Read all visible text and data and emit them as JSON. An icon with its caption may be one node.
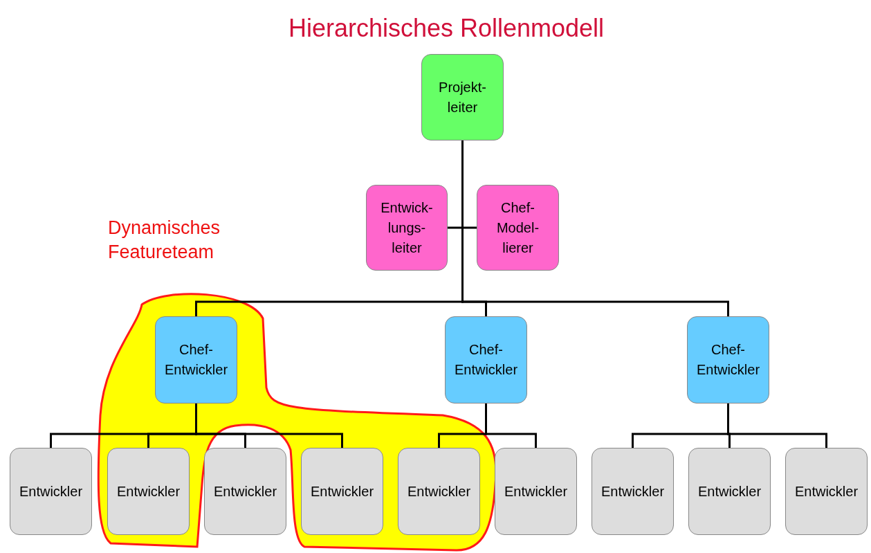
{
  "diagram": {
    "title": "Hierarchisches Rollenmodell",
    "nodes": [
      {
        "text": [
          "Projekt- leiter"
        ]
      },
      {
        "text": [
          "Entwick- lungs- leiter"
        ]
      },
      {
        "text": [
          "Chef- Model- lierer"
        ]
      },
      {
        "text": [
          "Chef- Entwickler"
        ]
      },
      {
        "text": [
          "Chef- Entwickler"
        ]
      },
      {
        "text": [
          "Chef- Entwickler"
        ]
      },
      {
        "text": [
          "Entwickler"
        ]
      },
      {
        "text": [
          "Entwickler"
        ]
      },
      {
        "text": [
          "Entwickler"
        ]
      },
      {
        "text": [
          "Entwickler"
        ]
      },
      {
        "text": [
          "Entwickler"
        ]
      },
      {
        "text": [
          "Entwickler"
        ]
      },
      {
        "text": [
          "Entwickler"
        ]
      },
      {
        "text": [
          "Entwickler"
        ]
      },
      {
        "text": [
          "Entwickler"
        ]
      }
    ],
    "edges": [
      {
        "from": 0,
        "to": 1,
        "arrow": "none"
      },
      {
        "from": 0,
        "to": 2,
        "arrow": "none"
      },
      {
        "from": 0,
        "to": 3,
        "arrow": "none"
      },
      {
        "from": 0,
        "to": 4,
        "arrow": "none"
      },
      {
        "from": 0,
        "to": 5,
        "arrow": "none"
      },
      {
        "from": 3,
        "to": 6,
        "arrow": "none"
      },
      {
        "from": 3,
        "to": 7,
        "arrow": "none"
      },
      {
        "from": 3,
        "to": 8,
        "arrow": "none"
      },
      {
        "from": 3,
        "to": 9,
        "arrow": "none"
      },
      {
        "from": 4,
        "to": 10,
        "arrow": "none"
      },
      {
        "from": 4,
        "to": 11,
        "arrow": "none"
      },
      {
        "from": 5,
        "to": 12,
        "arrow": "none"
      },
      {
        "from": 5,
        "to": 13,
        "arrow": "none"
      },
      {
        "from": 5,
        "to": 14,
        "arrow": "none"
      }
    ],
    "labels": [
      "Dynamisches Featureteam"
    ]
  }
}
